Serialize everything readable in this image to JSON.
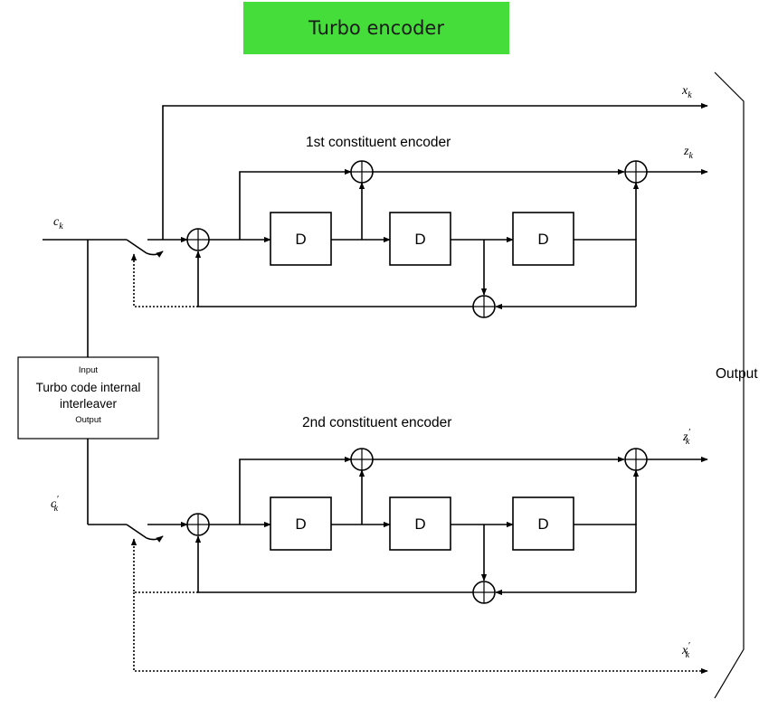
{
  "title": "Turbo encoder",
  "colors": {
    "banner": "#44dd3a",
    "stroke": "#000000"
  },
  "encoder1": {
    "title": "1st constituent encoder"
  },
  "encoder2": {
    "title": "2nd constituent encoder"
  },
  "delay_label": "D",
  "interleaver": {
    "input": "Input",
    "name_line1": "Turbo code internal",
    "name_line2": "interleaver",
    "output": "Output"
  },
  "output_label": "Output",
  "signals": {
    "input_main": "c",
    "input_main_sub": "k",
    "input_interleaved": "c",
    "input_interleaved_sub": "k",
    "sys1": "x",
    "sys1_sub": "k",
    "par1": "z",
    "par1_sub": "k",
    "par2": "z",
    "par2_sub": "k",
    "sys2": "x",
    "sys2_sub": "k",
    "prime": "′"
  }
}
